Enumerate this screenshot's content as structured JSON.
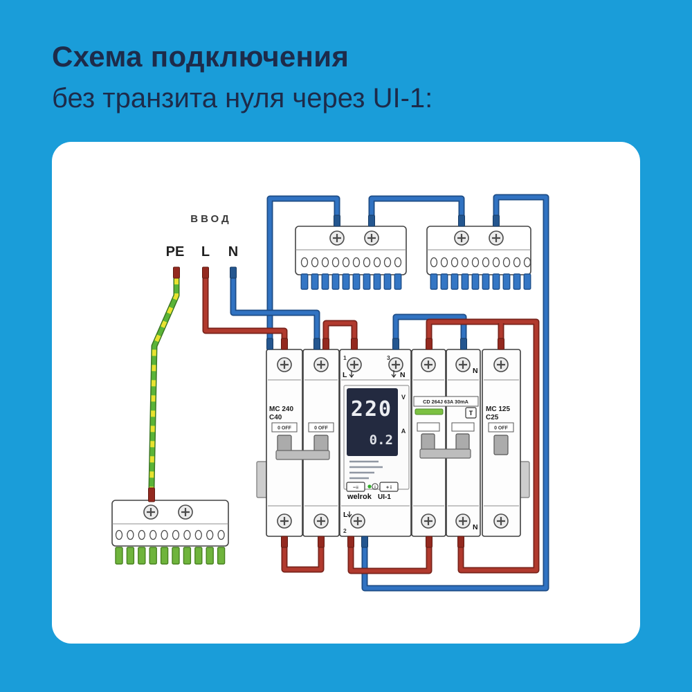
{
  "title": {
    "line1": "Схема подключения",
    "line2": "без транзита нуля через UI-1:"
  },
  "input": {
    "label": "ВВОД",
    "pe": "PE",
    "l": "L",
    "n": "N"
  },
  "breaker_main": {
    "model": "MC 240",
    "rating": "C40",
    "switch1": "0 OFF",
    "switch2": "0 OFF"
  },
  "relay": {
    "brand": "welrok",
    "model": "UI-1",
    "t1": "1",
    "t1l": "L",
    "t3": "3",
    "t3n": "N",
    "volts": "220",
    "amps": "0.2",
    "v": "V",
    "a": "A",
    "btn_left": "−≡",
    "info": "i",
    "btn_right": "+ i",
    "bl": "L",
    "b2": "2"
  },
  "rcd": {
    "label": "CD 264J 63A 30mA",
    "test": "T",
    "n_top": "N",
    "n_bottom": "N"
  },
  "breaker_load": {
    "model": "MC 125",
    "rating": "C25",
    "switch": "0 OFF"
  },
  "colors": {
    "background": "#1a9dd9",
    "panel": "#ffffff",
    "title_text": "#1d2b4a",
    "wire_live": "#b13a2e",
    "wire_neutral": "#3173c2",
    "wire_pe_green": "#5ab438",
    "wire_pe_yellow": "#e8e22f",
    "bus_neutral_teeth": "#3476c4",
    "bus_pe_teeth": "#6fb43c"
  }
}
